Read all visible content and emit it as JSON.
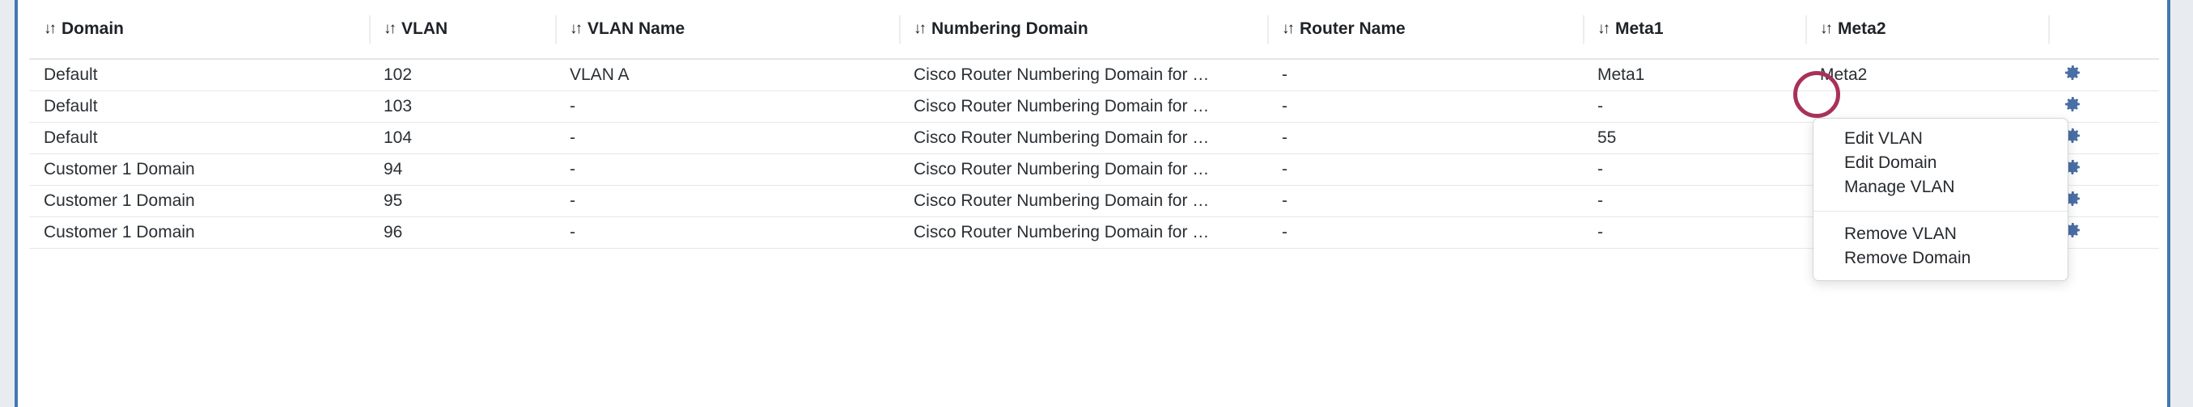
{
  "table": {
    "columns": [
      {
        "key": "domain",
        "label": "Domain",
        "sortable": true
      },
      {
        "key": "vlan",
        "label": "VLAN",
        "sortable": true
      },
      {
        "key": "vlan_name",
        "label": "VLAN Name",
        "sortable": true
      },
      {
        "key": "numbering_domain",
        "label": "Numbering Domain",
        "sortable": true
      },
      {
        "key": "router_name",
        "label": "Router Name",
        "sortable": true
      },
      {
        "key": "meta1",
        "label": "Meta1",
        "sortable": true
      },
      {
        "key": "meta2",
        "label": "Meta2",
        "sortable": true
      },
      {
        "key": "actions",
        "label": "",
        "sortable": false
      }
    ],
    "sort_icon": "↓↑",
    "rows": [
      {
        "domain": "Default",
        "vlan": "102",
        "vlan_name": "VLAN A",
        "numbering_domain": "Cisco Router Numbering Domain for …",
        "router_name": "-",
        "meta1": "Meta1",
        "meta2": "Meta2",
        "action_icon": "gear-icon"
      },
      {
        "domain": "Default",
        "vlan": "103",
        "vlan_name": "-",
        "numbering_domain": "Cisco Router Numbering Domain for …",
        "router_name": "-",
        "meta1": "-",
        "meta2": "",
        "action_icon": "gear-icon"
      },
      {
        "domain": "Default",
        "vlan": "104",
        "vlan_name": "-",
        "numbering_domain": "Cisco Router Numbering Domain for …",
        "router_name": "-",
        "meta1": "55",
        "meta2": "",
        "action_icon": "gear-icon"
      },
      {
        "domain": "Customer 1 Domain",
        "vlan": "94",
        "vlan_name": "-",
        "numbering_domain": "Cisco Router Numbering Domain for …",
        "router_name": "-",
        "meta1": "-",
        "meta2": "",
        "action_icon": "gear-icon"
      },
      {
        "domain": "Customer 1 Domain",
        "vlan": "95",
        "vlan_name": "-",
        "numbering_domain": "Cisco Router Numbering Domain for …",
        "router_name": "-",
        "meta1": "-",
        "meta2": "",
        "action_icon": "gear-icon"
      },
      {
        "domain": "Customer 1 Domain",
        "vlan": "96",
        "vlan_name": "-",
        "numbering_domain": "Cisco Router Numbering Domain for …",
        "router_name": "-",
        "meta1": "-",
        "meta2": "",
        "action_icon": "gear-icon"
      }
    ]
  },
  "context_menu": {
    "visible": true,
    "items": [
      {
        "label": "Edit VLAN"
      },
      {
        "label": "Edit Domain"
      },
      {
        "label": "Manage VLAN"
      },
      {
        "label": "Remove VLAN"
      },
      {
        "label": "Remove Domain"
      }
    ],
    "divider_after_index": 2
  },
  "annotation": {
    "type": "circle-highlight",
    "color": "#a8315a"
  },
  "colors": {
    "page_background": "#e8ecf0",
    "panel_border": "#4477b0",
    "gear_icon": "#4a6fa5",
    "text": "#2b2f33",
    "header_text": "#1f2226",
    "row_divider": "#e6e7e9",
    "annotation": "#a8315a"
  }
}
